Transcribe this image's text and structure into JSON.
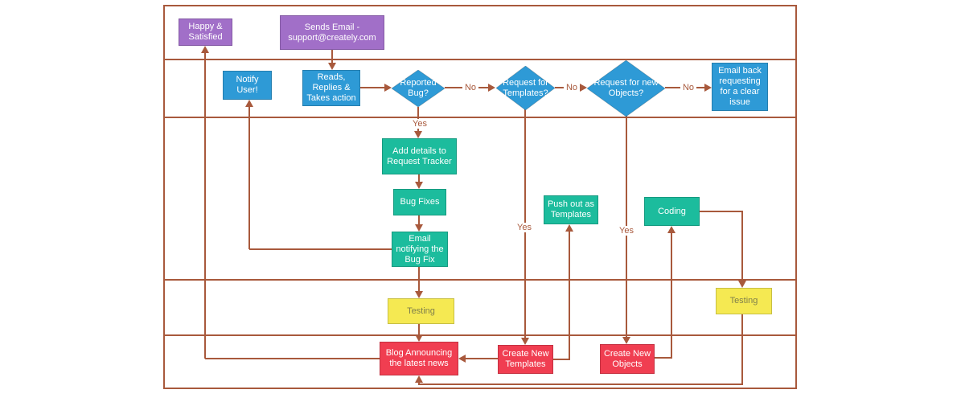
{
  "diagram_type": "flowchart-swimlane",
  "colors": {
    "purple": "#a16fc8",
    "blue": "#2e9ad6",
    "green": "#1cbc9d",
    "yellow": "#f5e952",
    "yellow_text": "#80804c",
    "red": "#f03e51",
    "line": "#a8593c"
  },
  "nodes": {
    "happy_satisfied": {
      "label": "Happy & Satisfied",
      "shape": "rect",
      "color": "purple"
    },
    "sends_email": {
      "label": "Sends Email - support@creately.com",
      "shape": "rect",
      "color": "purple"
    },
    "notify_user": {
      "label": "Notify User!",
      "shape": "rect",
      "color": "blue"
    },
    "reads_replies": {
      "label": "Reads, Replies & Takes action",
      "shape": "rect",
      "color": "blue"
    },
    "reported_bug": {
      "label": "Reported Bug?",
      "shape": "diamond",
      "color": "blue"
    },
    "request_templates": {
      "label": "Request for Templates?",
      "shape": "diamond",
      "color": "blue"
    },
    "request_new_objects": {
      "label": "Request for new Objects?",
      "shape": "diamond",
      "color": "blue"
    },
    "email_back": {
      "label": "Email back requesting for a clear issue",
      "shape": "rect",
      "color": "blue"
    },
    "add_details": {
      "label": "Add details to Request Tracker",
      "shape": "rect",
      "color": "green"
    },
    "bug_fixes": {
      "label": "Bug Fixes",
      "shape": "rect",
      "color": "green"
    },
    "email_notifying": {
      "label": "Email notifying the Bug Fix",
      "shape": "rect",
      "color": "green"
    },
    "push_out": {
      "label": "Push out as Templates",
      "shape": "rect",
      "color": "green"
    },
    "coding": {
      "label": "Coding",
      "shape": "rect",
      "color": "green"
    },
    "testing_left": {
      "label": "Testing",
      "shape": "rect",
      "color": "yellow"
    },
    "testing_right": {
      "label": "Testing",
      "shape": "rect",
      "color": "yellow"
    },
    "blog": {
      "label": "Blog Announcing the latest news",
      "shape": "rect",
      "color": "red"
    },
    "create_templates": {
      "label": "Create New Templates",
      "shape": "rect",
      "color": "red"
    },
    "create_objects": {
      "label": "Create New Objects",
      "shape": "rect",
      "color": "red"
    }
  },
  "edge_labels": {
    "no1": "No",
    "no2": "No",
    "no3": "No",
    "yes1": "Yes",
    "yes2": "Yes",
    "yes3": "Yes"
  },
  "edges": [
    {
      "from": "sends_email",
      "to": "reads_replies",
      "label": ""
    },
    {
      "from": "reads_replies",
      "to": "reported_bug",
      "label": ""
    },
    {
      "from": "reported_bug",
      "to": "request_templates",
      "label": "No"
    },
    {
      "from": "request_templates",
      "to": "request_new_objects",
      "label": "No"
    },
    {
      "from": "request_new_objects",
      "to": "email_back",
      "label": "No"
    },
    {
      "from": "reported_bug",
      "to": "add_details",
      "label": "Yes"
    },
    {
      "from": "add_details",
      "to": "bug_fixes",
      "label": ""
    },
    {
      "from": "bug_fixes",
      "to": "email_notifying",
      "label": ""
    },
    {
      "from": "email_notifying",
      "to": "notify_user",
      "label": ""
    },
    {
      "from": "email_notifying",
      "to": "testing_left",
      "label": ""
    },
    {
      "from": "testing_left",
      "to": "blog",
      "label": ""
    },
    {
      "from": "blog",
      "to": "happy_satisfied",
      "label": ""
    },
    {
      "from": "request_templates",
      "to": "create_templates",
      "label": "Yes"
    },
    {
      "from": "create_templates",
      "to": "blog",
      "label": ""
    },
    {
      "from": "create_templates",
      "to": "push_out",
      "label": ""
    },
    {
      "from": "request_new_objects",
      "to": "create_objects",
      "label": "Yes"
    },
    {
      "from": "create_objects",
      "to": "coding",
      "label": ""
    },
    {
      "from": "coding",
      "to": "testing_right",
      "label": ""
    },
    {
      "from": "testing_right",
      "to": "blog",
      "label": ""
    }
  ]
}
